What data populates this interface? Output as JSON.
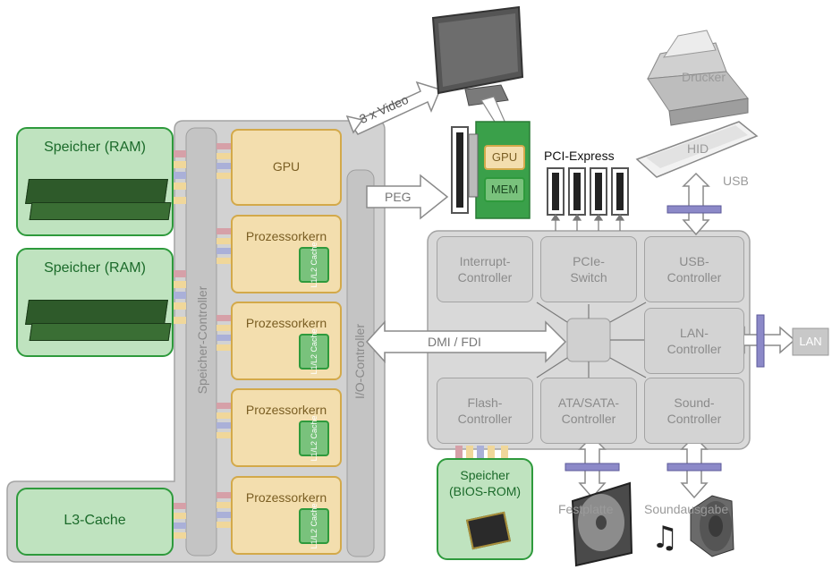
{
  "ram_modules": [
    {
      "label": "Speicher (RAM)"
    },
    {
      "label": "Speicher (RAM)"
    }
  ],
  "l3_cache": "L3-Cache",
  "memory_controller": "Speicher-Controller",
  "io_controller": "I/O-Controller",
  "gpu_integrated": "GPU",
  "processor_cores": [
    {
      "label": "Prozessorkern",
      "cache": "L1/L2 Cache"
    },
    {
      "label": "Prozessorkern",
      "cache": "L1/L2 Cache"
    },
    {
      "label": "Prozessorkern",
      "cache": "L1/L2 Cache"
    },
    {
      "label": "Prozessorkern",
      "cache": "L1/L2 Cache"
    }
  ],
  "video_link": "3 x Video",
  "peg_link": "PEG",
  "dmi_link": "DMI / FDI",
  "graphics_card": {
    "gpu": "GPU",
    "mem": "MEM"
  },
  "pci_express": "PCI-Express",
  "printer": "Drucker",
  "hid": "HID",
  "usb": "USB",
  "lan": "LAN",
  "chipset_controllers": [
    "Interrupt-\nController",
    "PCIe-\nSwitch",
    "USB-\nController",
    "LAN-\nController",
    "Flash-\nController",
    "ATA/SATA-\nController",
    "Sound-\nController"
  ],
  "bios_rom": "Speicher\n(BIOS-ROM)",
  "hard_disk": "Festplatte",
  "sound_output": "Soundausgabe",
  "colors": {
    "green_border": "#2e9a3c",
    "green_fill": "#bfe3bf",
    "core_fill": "#f3deae",
    "core_border": "#d3a94a",
    "gray_box": "#d3d3d3"
  }
}
